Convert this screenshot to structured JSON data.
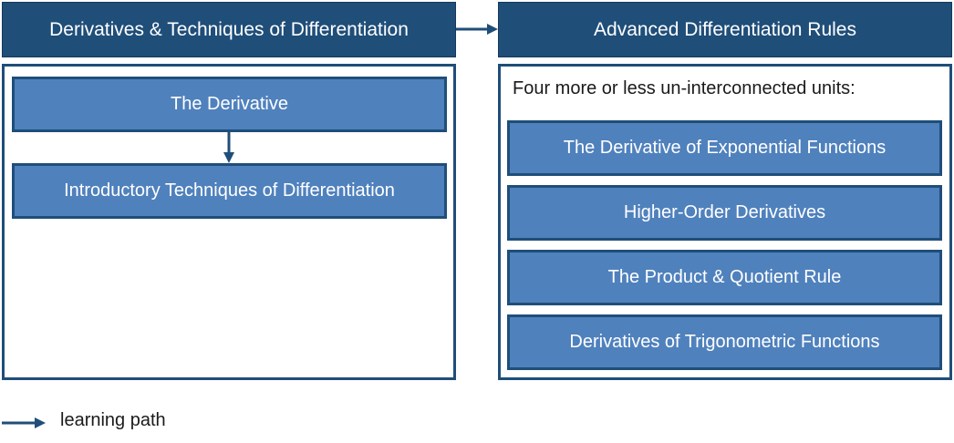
{
  "colors": {
    "header_fill": "#1f4e79",
    "unit_fill": "#4f81bd",
    "border": "#1f4e79",
    "arrow": "#1f4e79"
  },
  "left_section": {
    "title": "Derivatives & Techniques of Differentiation",
    "units": [
      "The Derivative",
      "Introductory Techniques of Differentiation"
    ]
  },
  "right_section": {
    "title": "Advanced Differentiation Rules",
    "note": "Four more or less un-interconnected units:",
    "units": [
      "The Derivative of Exponential Functions",
      "Higher-Order Derivatives",
      "The Product & Quotient Rule",
      "Derivatives of Trigonometric Functions"
    ]
  },
  "legend": {
    "label": "learning path"
  }
}
